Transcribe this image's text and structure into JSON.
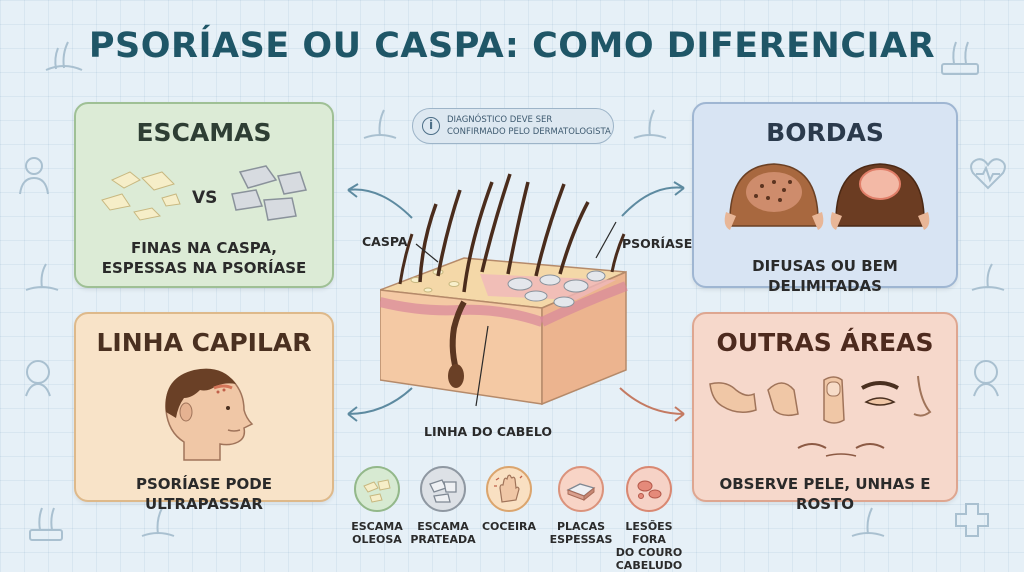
{
  "title": "PSORÍASE OU CASPA: COMO DIFERENCIAR",
  "note": "DIAGNÓSTICO DEVE SER CONFIRMADO PELO DERMATOLOGISTA",
  "note_icon": "info-icon",
  "cards": {
    "escamas": {
      "title": "ESCAMAS",
      "vs": "VS",
      "caption_1": "FINAS NA CASPA,",
      "caption_2": "ESPESSAS NA PSORÍASE"
    },
    "bordas": {
      "title": "BORDAS",
      "caption": "DIFUSAS OU BEM DELIMITADAS"
    },
    "linha": {
      "title": "LINHA CAPILAR",
      "caption": "PSORÍASE PODE ULTRAPASSAR"
    },
    "outras": {
      "title": "OUTRAS ÁREAS",
      "caption": "OBSERVE PELE, UNHAS E ROSTO"
    }
  },
  "diagram": {
    "label_caspa": "CASPA",
    "label_psoriase": "PSORÍASE",
    "label_linha": "LINHA DO CABELO"
  },
  "legend": [
    {
      "label_1": "ESCAMA",
      "label_2": "OLEOSA",
      "label_3": "",
      "icon": "oily-scale-icon"
    },
    {
      "label_1": "ESCAMA",
      "label_2": "PRATEADA",
      "label_3": "",
      "icon": "silver-scale-icon"
    },
    {
      "label_1": "COCEIRA",
      "label_2": "",
      "label_3": "",
      "icon": "itch-hand-icon"
    },
    {
      "label_1": "PLACAS",
      "label_2": "ESPESSAS",
      "label_3": "",
      "icon": "thick-plaque-icon"
    },
    {
      "label_1": "LESÕES FORA",
      "label_2": "DO COURO",
      "label_3": "CABELUDO",
      "icon": "lesion-icon"
    }
  ],
  "colors": {
    "title": "#1f5667",
    "green_card": "#dcebd6",
    "blue_card": "#d8e4f3",
    "orange_card": "#f8e3c8",
    "salmon_card": "#f6d8cb",
    "arrow": "#5d8aa0"
  }
}
